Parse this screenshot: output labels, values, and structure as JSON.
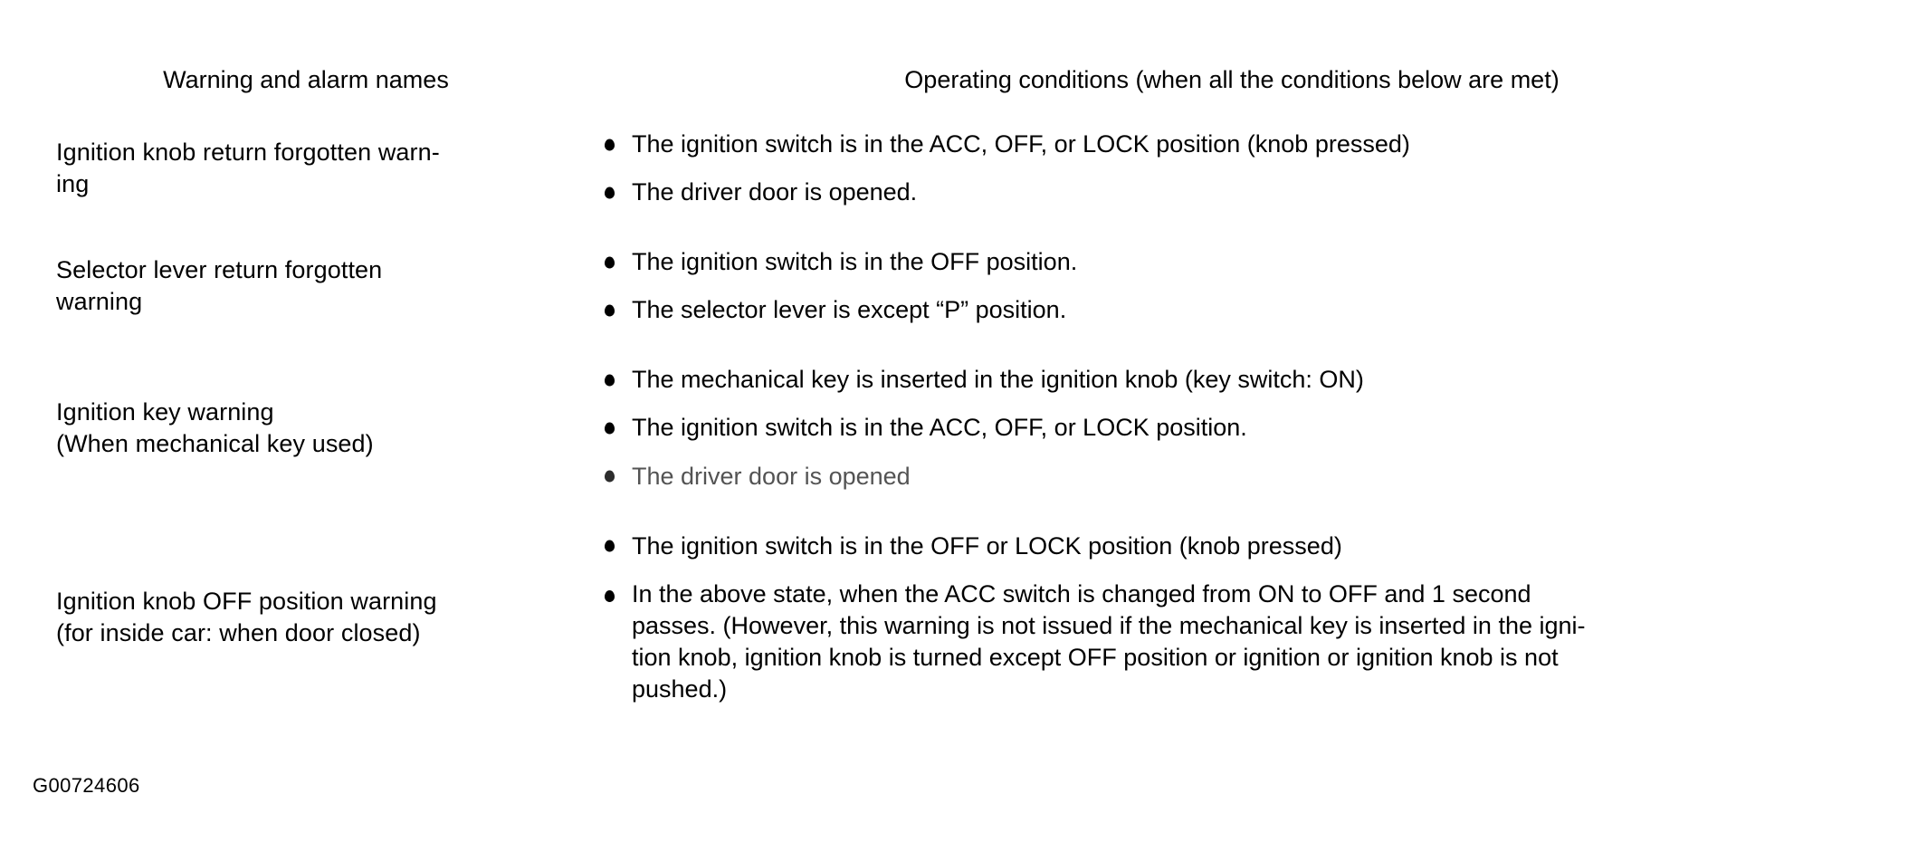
{
  "document": {
    "figure_id": "G00724606",
    "bullet_glyph": "●"
  },
  "table": {
    "headers": {
      "col1": "Warning and alarm names",
      "col2": "Operating conditions (when all the conditions below are met)"
    },
    "rows": [
      {
        "name_lines": [
          "Ignition knob return forgotten warn-",
          "ing"
        ],
        "conditions": [
          {
            "lines": [
              "The ignition switch is in the ACC, OFF, or LOCK position (knob pressed)"
            ],
            "faded": false
          },
          {
            "lines": [
              "The driver door is opened."
            ],
            "faded": false
          }
        ]
      },
      {
        "name_lines": [
          "Selector lever return forgotten",
          "warning"
        ],
        "conditions": [
          {
            "lines": [
              "The ignition switch is in the OFF position."
            ],
            "faded": false
          },
          {
            "lines": [
              "The selector lever is except “P” position."
            ],
            "faded": false
          }
        ]
      },
      {
        "name_lines": [
          "Ignition key warning",
          "(When mechanical key used)"
        ],
        "conditions": [
          {
            "lines": [
              "The mechanical key is inserted in the ignition knob (key switch: ON)"
            ],
            "faded": false
          },
          {
            "lines": [
              "The ignition switch is in the ACC, OFF, or LOCK position."
            ],
            "faded": false
          },
          {
            "lines": [
              "The driver door is opened"
            ],
            "faded": true
          }
        ]
      },
      {
        "name_lines": [
          "Ignition knob OFF position warning",
          "(for inside car: when door closed)"
        ],
        "conditions": [
          {
            "lines": [
              "The ignition switch is in the OFF or LOCK position (knob pressed)"
            ],
            "faded": false
          },
          {
            "lines": [
              "In the above state, when the ACC switch is changed from ON to OFF and 1 second",
              "passes. (However, this warning is not issued if the mechanical key is inserted in the igni-",
              "tion knob, ignition knob is turned except OFF position or ignition or ignition knob is not",
              "pushed.)"
            ],
            "faded": false
          }
        ]
      }
    ]
  }
}
